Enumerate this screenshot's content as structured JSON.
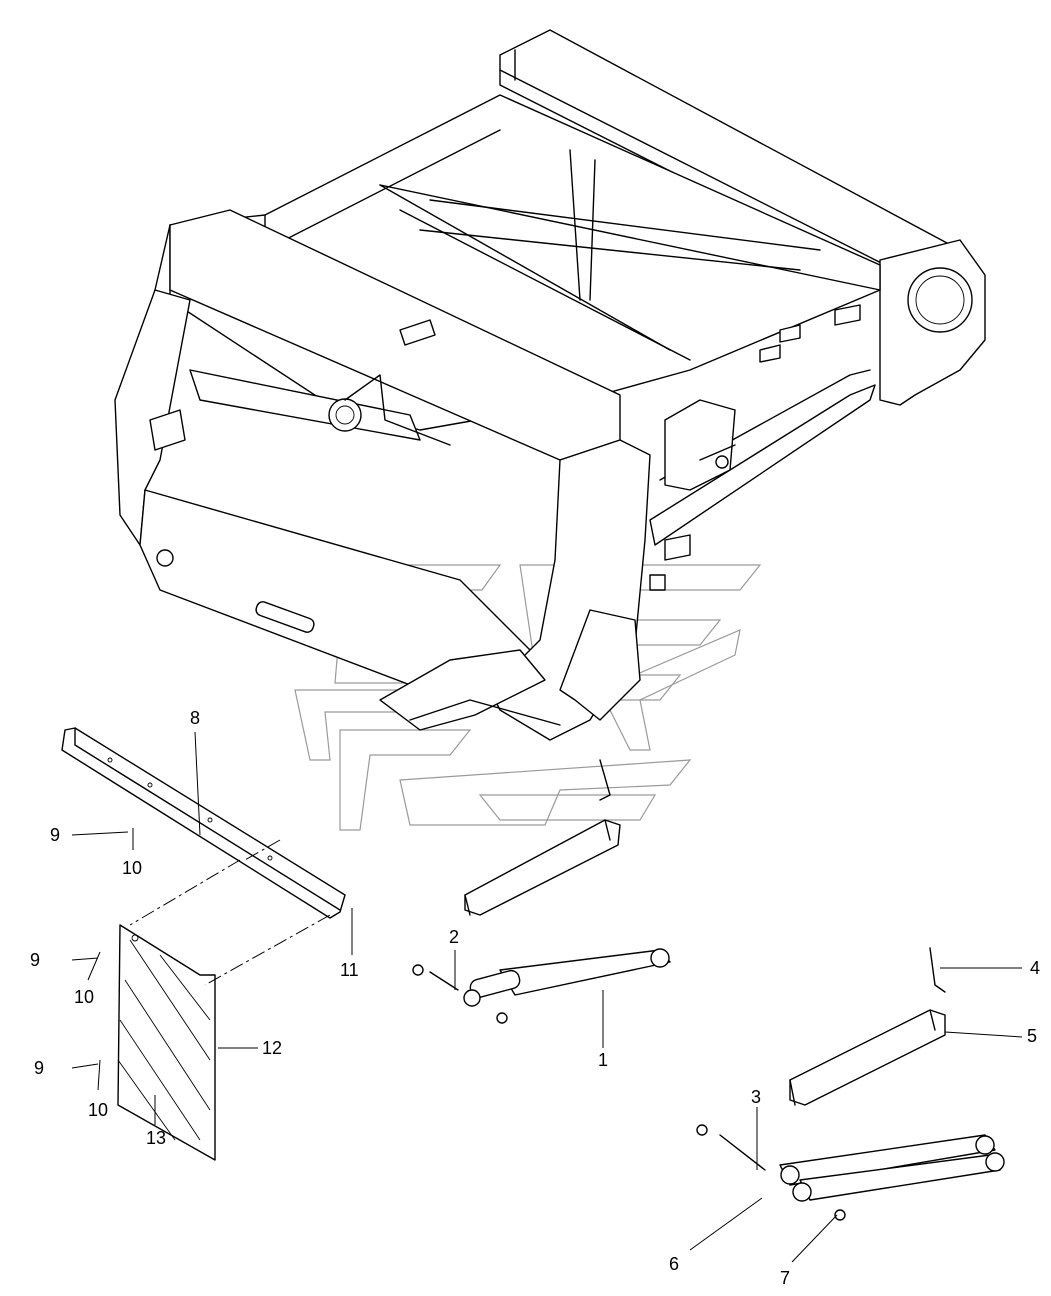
{
  "callouts": [
    {
      "id": "c1",
      "text": "1"
    },
    {
      "id": "c2",
      "text": "2"
    },
    {
      "id": "c3",
      "text": "3"
    },
    {
      "id": "c4",
      "text": "4"
    },
    {
      "id": "c5",
      "text": "5"
    },
    {
      "id": "c6",
      "text": "6"
    },
    {
      "id": "c7",
      "text": "7"
    },
    {
      "id": "c8",
      "text": "8"
    },
    {
      "id": "c9a",
      "text": "9"
    },
    {
      "id": "c9b",
      "text": "9"
    },
    {
      "id": "c9c",
      "text": "9"
    },
    {
      "id": "c10a",
      "text": "10"
    },
    {
      "id": "c10b",
      "text": "10"
    },
    {
      "id": "c10c",
      "text": "10"
    },
    {
      "id": "c11",
      "text": "11"
    },
    {
      "id": "c12",
      "text": "12"
    },
    {
      "id": "c13",
      "text": "13"
    }
  ]
}
